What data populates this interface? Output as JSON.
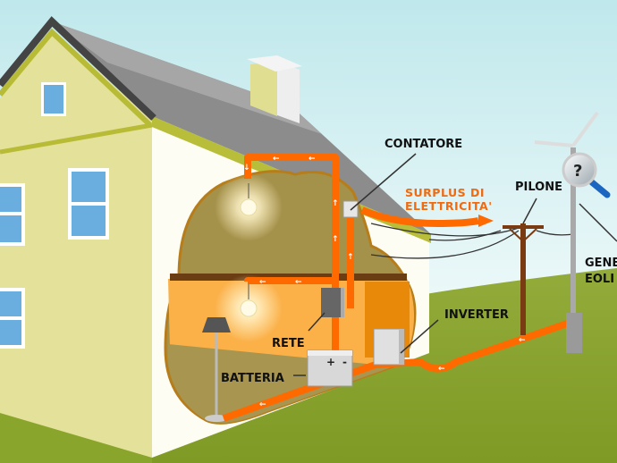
{
  "labels": {
    "contatore": "CONTATORE",
    "surplus_line1": "SURPLUS DI",
    "surplus_line2": "ELETTRICITA'",
    "pilone": "PILONE",
    "generatore_line1": "GENE",
    "generatore_line2": "EOLI",
    "inverter": "INVERTER",
    "rete": "RETE",
    "batteria": "BATTERIA",
    "battery_plus": "+",
    "battery_minus": "-",
    "help_symbol": "?"
  },
  "colors": {
    "sky": "#c9ecef",
    "grass": "#8fa832",
    "wire": "#ff6a00",
    "house_front": "#e4e29a",
    "roof": "#8a8a8a",
    "surplus_text": "#f06a10"
  },
  "icons": [
    "magnifier-help-icon",
    "light-bulb-icon",
    "floor-lamp-icon",
    "battery-icon",
    "inverter-box-icon",
    "meter-box-icon",
    "wind-turbine-icon",
    "utility-pole-icon"
  ]
}
